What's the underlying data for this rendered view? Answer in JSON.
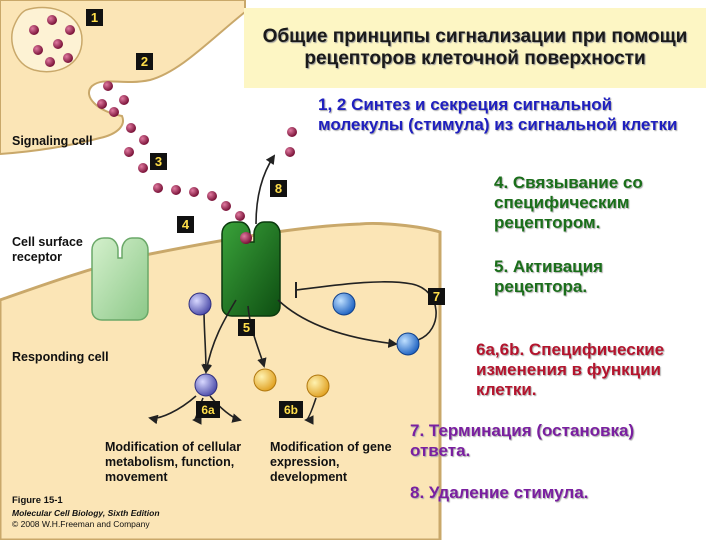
{
  "title": "Общие принципы сигнализации при помощи рецепторов клеточной поверхности",
  "notes": {
    "step12": "1, 2 Синтез и секреция сигнальной молекулы (стимула) из сигнальной клетки",
    "step4": "4. Связывание со специфическим рецептором.",
    "step5": "5. Активация рецептора.",
    "step6": "6a,6b. Специфические изменения в функции клетки.",
    "step7": "7. Терминация (остановка) ответа.",
    "step8": "8. Удаление стимула."
  },
  "labels": {
    "signaling_cell": "Signaling cell",
    "receptor": "Cell surface receptor",
    "responding_cell": "Responding cell",
    "mod_a": "Modification of cellular metabolism, function, movement",
    "mod_b": "Modification of gene expression, development"
  },
  "step_numbers": [
    "1",
    "2",
    "3",
    "4",
    "5",
    "6a",
    "6b",
    "7",
    "8"
  ],
  "figure": {
    "label": "Figure 15-1",
    "book": "Molecular Cell Biology, Sixth Edition",
    "copyright": "© 2008 W.H.Freeman and Company"
  },
  "colors": {
    "cell_fill": "#fbe5b6",
    "cell_edge": "#c9a86a",
    "molecule": "#9a1f4e",
    "receptor_active": "#237a23",
    "receptor_inactive": "#a7dca0",
    "note_blue": "#1f1fbf",
    "note_green": "#1a6e1a",
    "note_red": "#b4142d",
    "note_purple": "#7a1fa0"
  }
}
